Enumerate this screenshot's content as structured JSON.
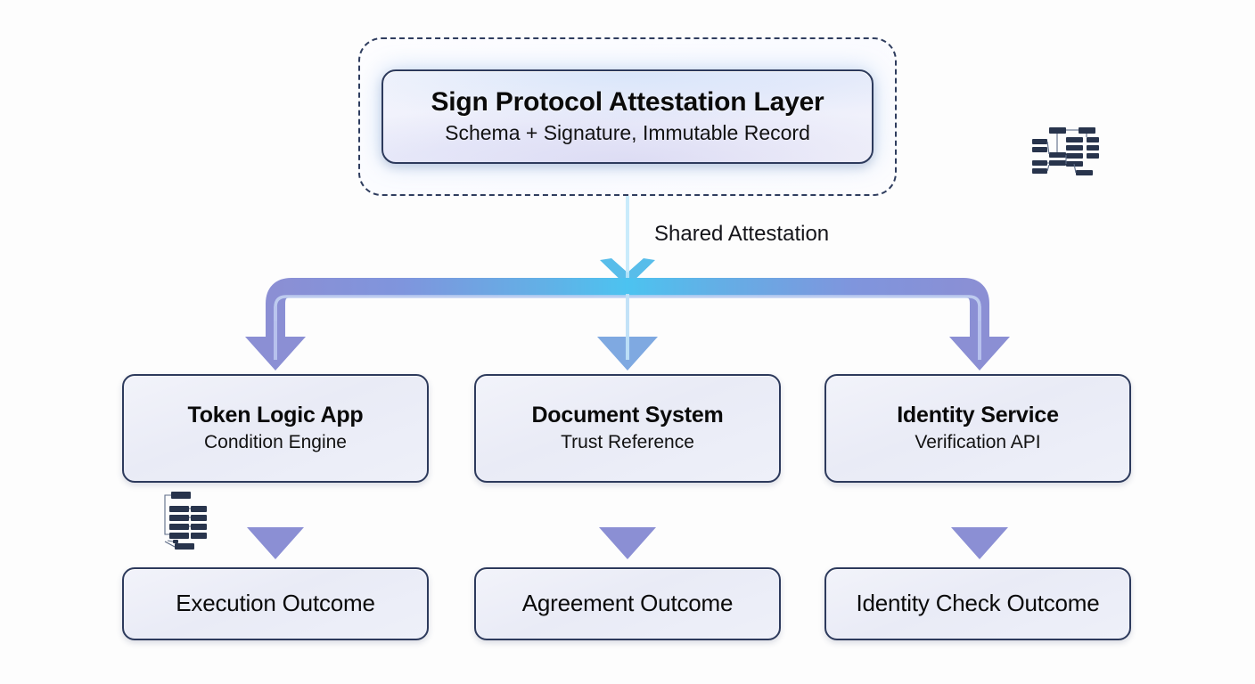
{
  "diagram": {
    "background_color": "#fdfdfd",
    "node_border_color": "#2d3a5c",
    "accent_blue": "#56b7e8",
    "accent_purple": "#8b8fd4",
    "root_group": {
      "name": "attestation-layer-group",
      "style": "dashed"
    },
    "root": {
      "title": "Sign Protocol Attestation Layer",
      "subtitle": "Schema + Signature, Immutable Record"
    },
    "edge_label": "Shared Attestation",
    "middle_nodes": [
      {
        "title": "Token Logic App",
        "subtitle": "Condition Engine"
      },
      {
        "title": "Document System",
        "subtitle": "Trust Reference"
      },
      {
        "title": "Identity Service",
        "subtitle": "Verification API"
      }
    ],
    "leaf_nodes": [
      {
        "title": "Execution Outcome"
      },
      {
        "title": "Agreement Outcome"
      },
      {
        "title": "Identity Check Outcome"
      }
    ],
    "artifacts": [
      {
        "name": "flowchart-glyph-top-right"
      },
      {
        "name": "flowchart-glyph-left"
      }
    ]
  }
}
